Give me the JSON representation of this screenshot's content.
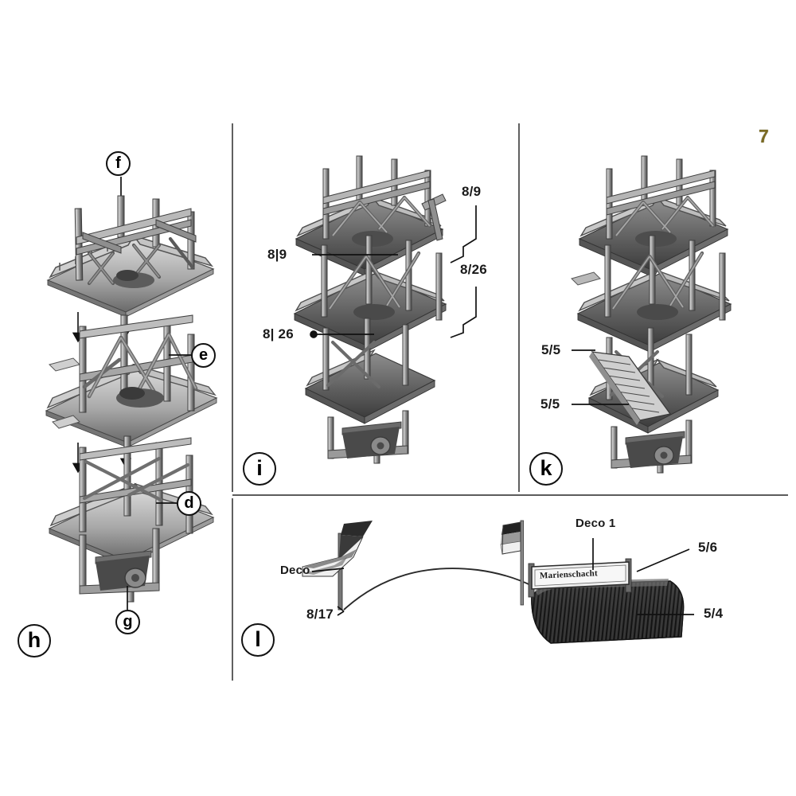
{
  "page": {
    "number": "7"
  },
  "panels": [
    {
      "id": "h",
      "marker": "h",
      "title_icon": "panel-marker-h"
    },
    {
      "id": "i",
      "marker": "i",
      "title_icon": "panel-marker-i"
    },
    {
      "id": "k",
      "marker": "k",
      "title_icon": "panel-marker-k"
    },
    {
      "id": "l",
      "marker": "l",
      "title_icon": "panel-marker-l"
    }
  ],
  "panel_h": {
    "marker": "h",
    "callouts": [
      {
        "name": "callout-f",
        "text": "f"
      },
      {
        "name": "callout-e",
        "text": "e"
      },
      {
        "name": "callout-d",
        "text": "d"
      },
      {
        "name": "callout-g",
        "text": "g"
      }
    ]
  },
  "panel_i": {
    "marker": "i",
    "labels": [
      {
        "name": "part-label-8-9-left",
        "text": "8|9"
      },
      {
        "name": "part-label-8-26-left",
        "text": "8| 26"
      },
      {
        "name": "part-label-8-9-right",
        "text": "8/9"
      },
      {
        "name": "part-label-8-26-right",
        "text": "8/26"
      }
    ]
  },
  "panel_k": {
    "marker": "k",
    "labels": [
      {
        "name": "part-label-5-5-upper",
        "text": "5/5"
      },
      {
        "name": "part-label-5-5-lower",
        "text": "5/5"
      }
    ]
  },
  "panel_l": {
    "marker": "l",
    "labels": [
      {
        "name": "part-label-deco",
        "text": "Deco"
      },
      {
        "name": "part-label-8-17",
        "text": "8/17"
      },
      {
        "name": "part-label-deco-1",
        "text": "Deco 1"
      },
      {
        "name": "part-label-5-6",
        "text": "5/6"
      },
      {
        "name": "part-label-5-4",
        "text": "5/4"
      }
    ],
    "sign": {
      "name": "mine-name-sign",
      "text": "Marienschacht"
    }
  },
  "colors": {
    "ink": "#1a1a1a",
    "page_number": "#7a6a22",
    "rule": "#444444",
    "metal_light": "#cfcfcf",
    "metal_mid": "#9a9a9a",
    "metal_dark": "#5e5e5e",
    "metal_darkest": "#3a3a3a"
  }
}
